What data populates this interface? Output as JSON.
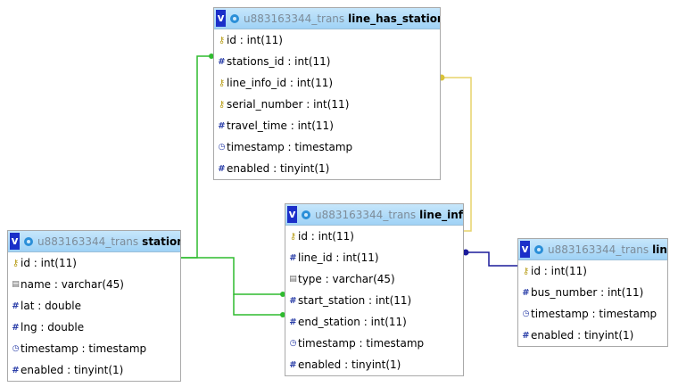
{
  "colors": {
    "header_top": "#c6e6fb",
    "header_bottom": "#9fd2f6",
    "v_button": "#1b2fc9",
    "green_link": "#2fbb2f",
    "yellow_link": "#e7d46a",
    "navy_link": "#1a1a9a"
  },
  "tables": {
    "line_has_stations": {
      "db": "u883163344_trans",
      "name": "line_has_stations",
      "columns": [
        {
          "icon": "key-icon",
          "label": "id : int(11)"
        },
        {
          "icon": "hash-icon",
          "label": "stations_id : int(11)"
        },
        {
          "icon": "key-icon",
          "label": "line_info_id : int(11)"
        },
        {
          "icon": "key-icon",
          "label": "serial_number : int(11)"
        },
        {
          "icon": "hash-icon",
          "label": "travel_time : int(11)"
        },
        {
          "icon": "timestamp-icon",
          "label": "timestamp : timestamp"
        },
        {
          "icon": "hash-icon",
          "label": "enabled : tinyint(1)"
        }
      ]
    },
    "line_info": {
      "db": "u883163344_trans",
      "name": "line_info",
      "columns": [
        {
          "icon": "key-icon",
          "label": "id : int(11)"
        },
        {
          "icon": "hash-icon",
          "label": "line_id : int(11)"
        },
        {
          "icon": "text-icon",
          "label": "type : varchar(45)"
        },
        {
          "icon": "hash-icon",
          "label": "start_station : int(11)"
        },
        {
          "icon": "hash-icon",
          "label": "end_station : int(11)"
        },
        {
          "icon": "timestamp-icon",
          "label": "timestamp : timestamp"
        },
        {
          "icon": "hash-icon",
          "label": "enabled : tinyint(1)"
        }
      ]
    },
    "stations": {
      "db": "u883163344_trans",
      "name": "stations",
      "columns": [
        {
          "icon": "key-icon",
          "label": "id : int(11)"
        },
        {
          "icon": "text-icon",
          "label": "name : varchar(45)"
        },
        {
          "icon": "hash-icon",
          "label": "lat : double"
        },
        {
          "icon": "hash-icon",
          "label": "lng : double"
        },
        {
          "icon": "timestamp-icon",
          "label": "timestamp : timestamp"
        },
        {
          "icon": "hash-icon",
          "label": "enabled : tinyint(1)"
        }
      ]
    },
    "line": {
      "db": "u883163344_trans",
      "name": "line",
      "columns": [
        {
          "icon": "key-icon",
          "label": "id : int(11)"
        },
        {
          "icon": "hash-icon",
          "label": "bus_number : int(11)"
        },
        {
          "icon": "timestamp-icon",
          "label": "timestamp : timestamp"
        },
        {
          "icon": "hash-icon",
          "label": "enabled : tinyint(1)"
        }
      ]
    }
  },
  "header_button": "v"
}
